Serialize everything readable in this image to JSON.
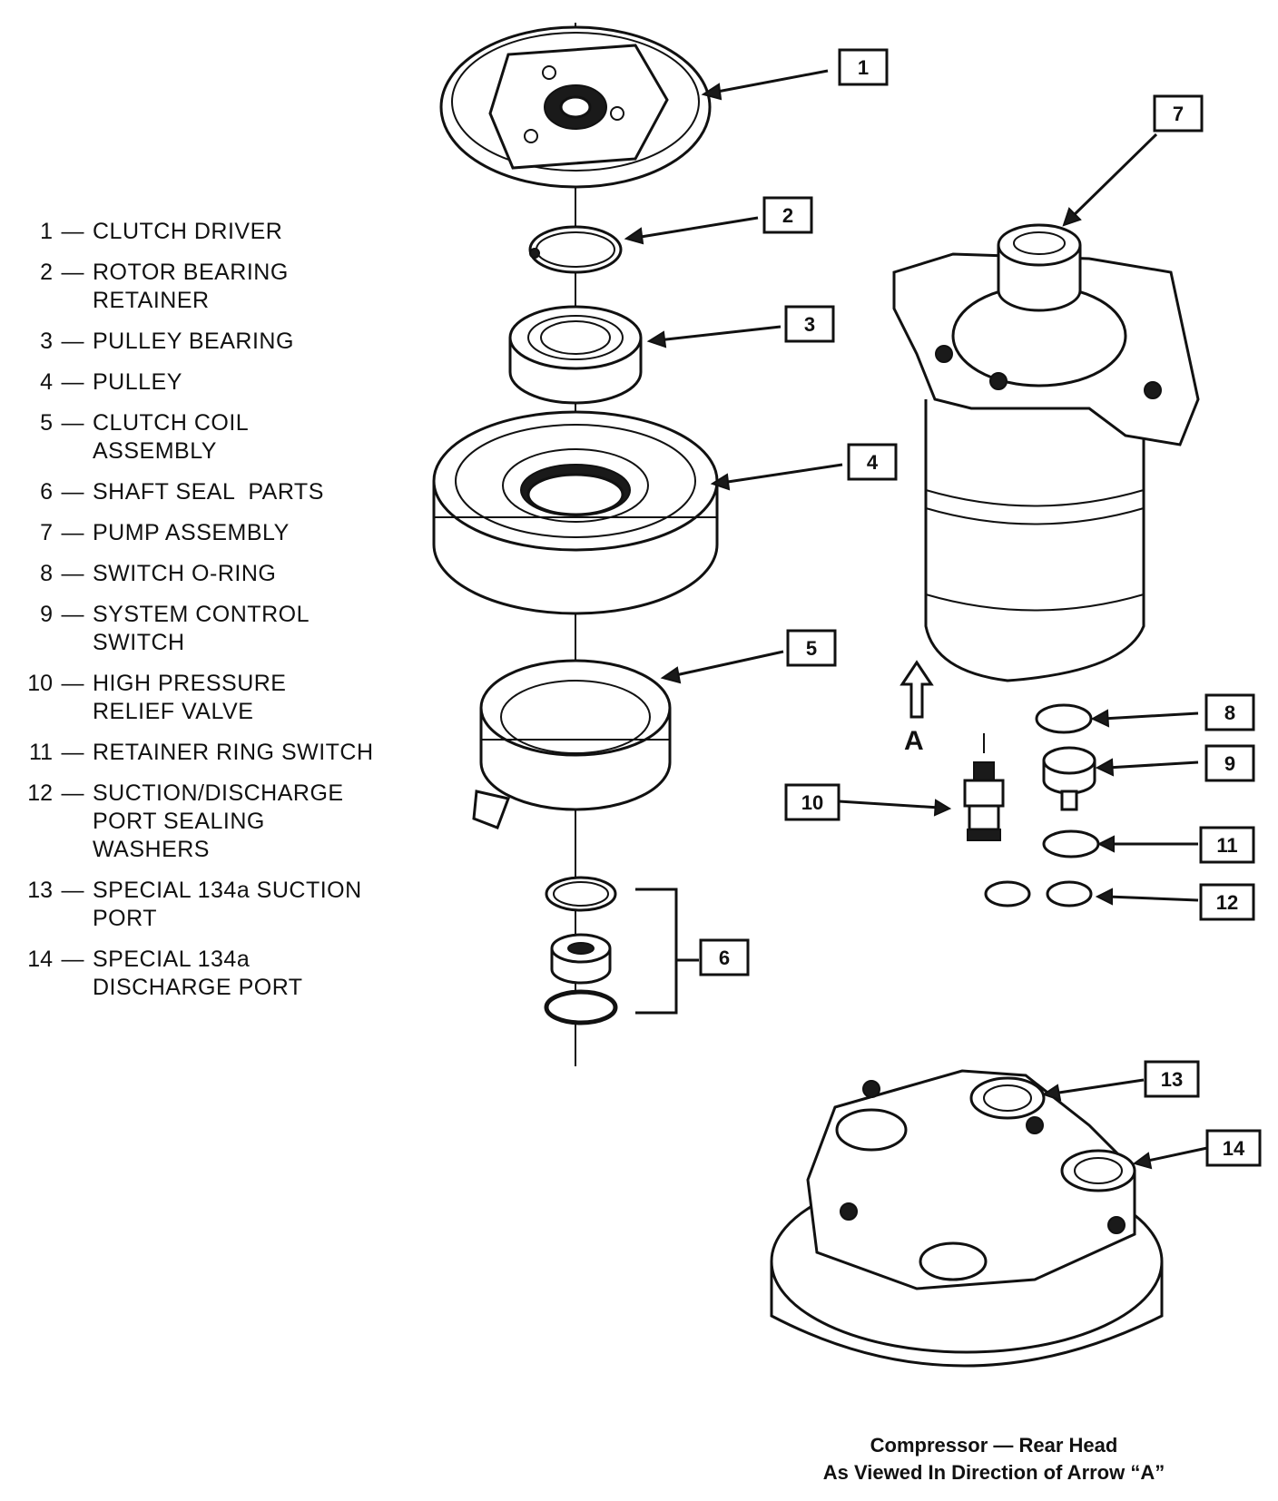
{
  "legend": [
    {
      "num": "1",
      "lines": [
        "CLUTCH DRIVER"
      ]
    },
    {
      "num": "2",
      "lines": [
        "ROTOR BEARING",
        "RETAINER"
      ]
    },
    {
      "num": "3",
      "lines": [
        "PULLEY BEARING"
      ]
    },
    {
      "num": "4",
      "lines": [
        "PULLEY"
      ]
    },
    {
      "num": "5",
      "lines": [
        "CLUTCH COIL",
        "ASSEMBLY"
      ]
    },
    {
      "num": "6",
      "lines": [
        "SHAFT SEAL  PARTS"
      ]
    },
    {
      "num": "7",
      "lines": [
        "PUMP ASSEMBLY"
      ]
    },
    {
      "num": "8",
      "lines": [
        "SWITCH O-RING"
      ]
    },
    {
      "num": "9",
      "lines": [
        "SYSTEM CONTROL",
        "SWITCH"
      ]
    },
    {
      "num": "10",
      "lines": [
        "HIGH PRESSURE",
        "RELIEF VALVE"
      ]
    },
    {
      "num": "11",
      "lines": [
        "RETAINER RING SWITCH"
      ]
    },
    {
      "num": "12",
      "lines": [
        "SUCTION/DISCHARGE",
        "PORT SEALING",
        "WASHERS"
      ]
    },
    {
      "num": "13",
      "lines": [
        "SPECIAL 134a SUCTION",
        "PORT"
      ]
    },
    {
      "num": "14",
      "lines": [
        "SPECIAL 134a",
        "DISCHARGE PORT"
      ]
    }
  ],
  "callouts": [
    "1",
    "2",
    "3",
    "4",
    "5",
    "6",
    "7",
    "8",
    "9",
    "10",
    "11",
    "12",
    "13",
    "14"
  ],
  "legend_dash": "—",
  "arrow_label": "A",
  "caption": {
    "line1": "Compressor — Rear Head",
    "line2": "As Viewed In Direction of Arrow “A”"
  }
}
